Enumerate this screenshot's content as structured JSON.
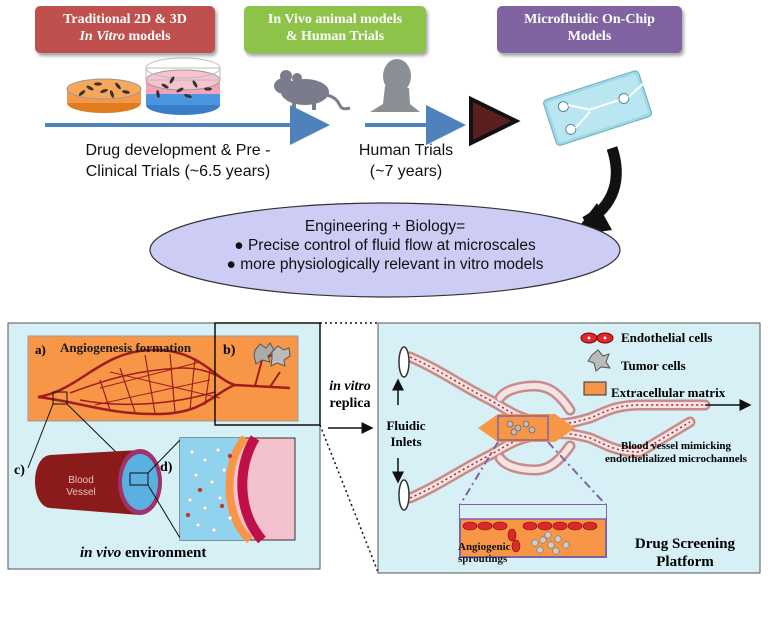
{
  "stages": [
    {
      "line1": "Traditional 2D & 3D",
      "line2_italic": "In Vitro",
      "line2_rest": " models",
      "color": "#c0504d"
    },
    {
      "line1": "In Vivo animal models",
      "line2": "& Human Trials",
      "color": "#8dc349"
    },
    {
      "line1": "Microfluidic On-Chip",
      "line2": "Models",
      "color": "#8064a2"
    }
  ],
  "timeline": {
    "preclinical_line1": "Drug development & Pre -",
    "preclinical_line2": "Clinical Trials (~6.5 years)",
    "human_line1": "Human Trials",
    "human_line2": "(~7 years)"
  },
  "ellipse": {
    "title": "Engineering + Biology=",
    "bullets": [
      "Precise control of fluid flow at microscales",
      "more physiologically relevant in vitro models"
    ]
  },
  "left_panel": {
    "label_a": "a)",
    "title_a": "Angiogenesis formation",
    "label_b": "b)",
    "label_c": "c)",
    "label_d": "d)",
    "vessel_line1": "Blood",
    "vessel_line2": "Vessel",
    "footer_italic": "in vivo",
    "footer_rest": " environment"
  },
  "middle": {
    "line1": "in vitro",
    "line2": "replica"
  },
  "right_panel": {
    "legend": [
      "Endothelial cells",
      "Tumor cells",
      "Extracellular matrix"
    ],
    "fluidic_line1": "Fluidic",
    "fluidic_line2": "Inlets",
    "vessel_line1": "Blood vessel mimicking",
    "vessel_line2": "endothelialized microchannels",
    "sprout_line1": "Angiogenic",
    "sprout_line2": "sproutings",
    "platform_line1": "Drug Screening",
    "platform_line2": "Platform"
  },
  "colors": {
    "arrow_blue": "#4f81bd",
    "panel_bg": "#d6f0f5",
    "matrix_orange": "#f79646",
    "vessel_red": "#b22222",
    "ellipse_fill": "#ccccf5"
  }
}
